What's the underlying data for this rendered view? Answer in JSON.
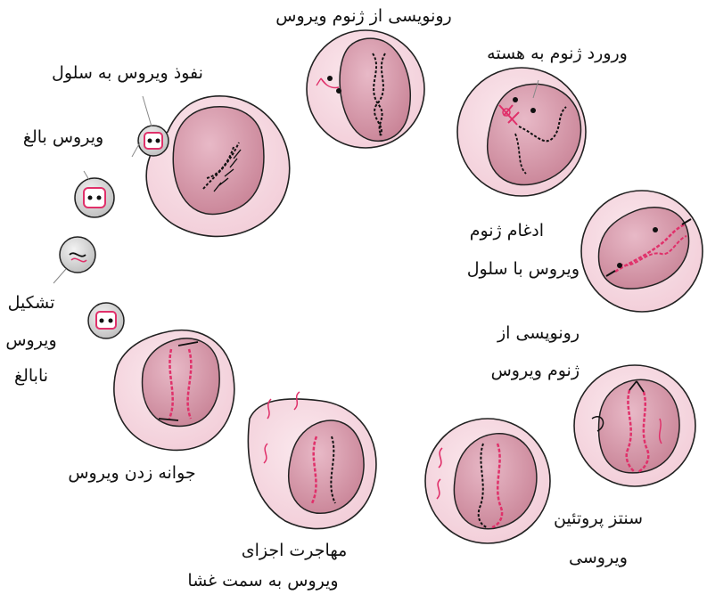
{
  "labels": {
    "transcription_top": "رونویسی از ژنوم ویروس",
    "genome_entry": "ورورد ژنوم به هسته",
    "cell_entry": "نفوذ ویروس به سلول",
    "mature_virus": "ویروس بالغ",
    "integration_l1": "ادغام ژنوم",
    "integration_l2": "ویروس با سلول",
    "formation_l1": "تشکیل",
    "formation_l2": "ویروس",
    "formation_l3": "نابالغ",
    "transcription2_l1": "رونویسی از",
    "transcription2_l2": "ژنوم ویروس",
    "budding": "جوانه زدن ویروس",
    "protein_l1": "سنتز پروتئین",
    "protein_l2": "ویروسی",
    "migration_l1": "مهاجرت اجزای",
    "migration_l2": "ویروس به سمت غشا"
  },
  "colors": {
    "cell_fill": "#f7dbe3",
    "nucleus_fill": "#d9a2b3",
    "outline": "#222222",
    "viral_pink": "#e0306a",
    "dna": "#111111"
  }
}
